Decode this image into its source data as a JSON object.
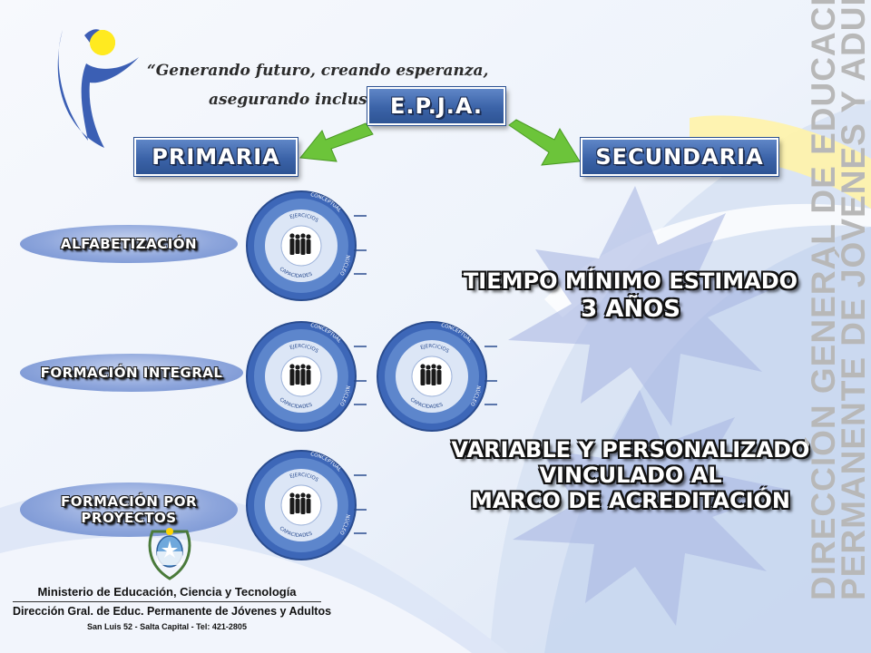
{
  "colors": {
    "accent_blue": "#3b63a8",
    "arrow_green": "#6cc43a",
    "sun_yellow": "#ffe600",
    "vertical_text_gray": "#b8b8b8"
  },
  "motto": {
    "line1": "“Generando futuro, creando esperanza,",
    "line2": "asegurando inclusión”"
  },
  "top_node": "E.P.J.A.",
  "branches": {
    "left": "PRIMARIA",
    "right": "SECUNDARIA"
  },
  "primaria_options": [
    "ALFABETIZACIÓN",
    "FORMACIÓN INTEGRAL",
    "FORMACIÓN POR PROYECTOS"
  ],
  "secundaria": {
    "duration_label": "TIEMPO MÍNIMO ESTIMADO",
    "duration_value": "3 AÑOS",
    "line1": "VARIABLE Y PERSONALIZADO",
    "line2": "VINCULADO AL",
    "line3": "MARCO DE ACREDITACIÓN"
  },
  "circle_labels": {
    "outer_top": "CONCEPTUAL",
    "outer_bottom": "NÚCLEO",
    "inner_top": "EJERCICIOS",
    "inner_bottom": "CAPACIDADES"
  },
  "vertical_title": {
    "line1": "DIRECCIÓN GENERAL DE EDUCACIÓN",
    "line2": "PERMANENTE DE JÓVENES Y ADULTOS"
  },
  "footer": {
    "ministry": "Ministerio de Educación, Ciencia y Tecnología",
    "direction": "Dirección Gral. de Educ. Permanente de Jóvenes y Adultos",
    "address": "San Luis 52 - Salta Capital - Tel: 421-2805"
  },
  "icons": [
    "logo-figure-icon",
    "arrow-left-icon",
    "arrow-right-icon",
    "people-icon",
    "coat-of-arms-icon"
  ]
}
